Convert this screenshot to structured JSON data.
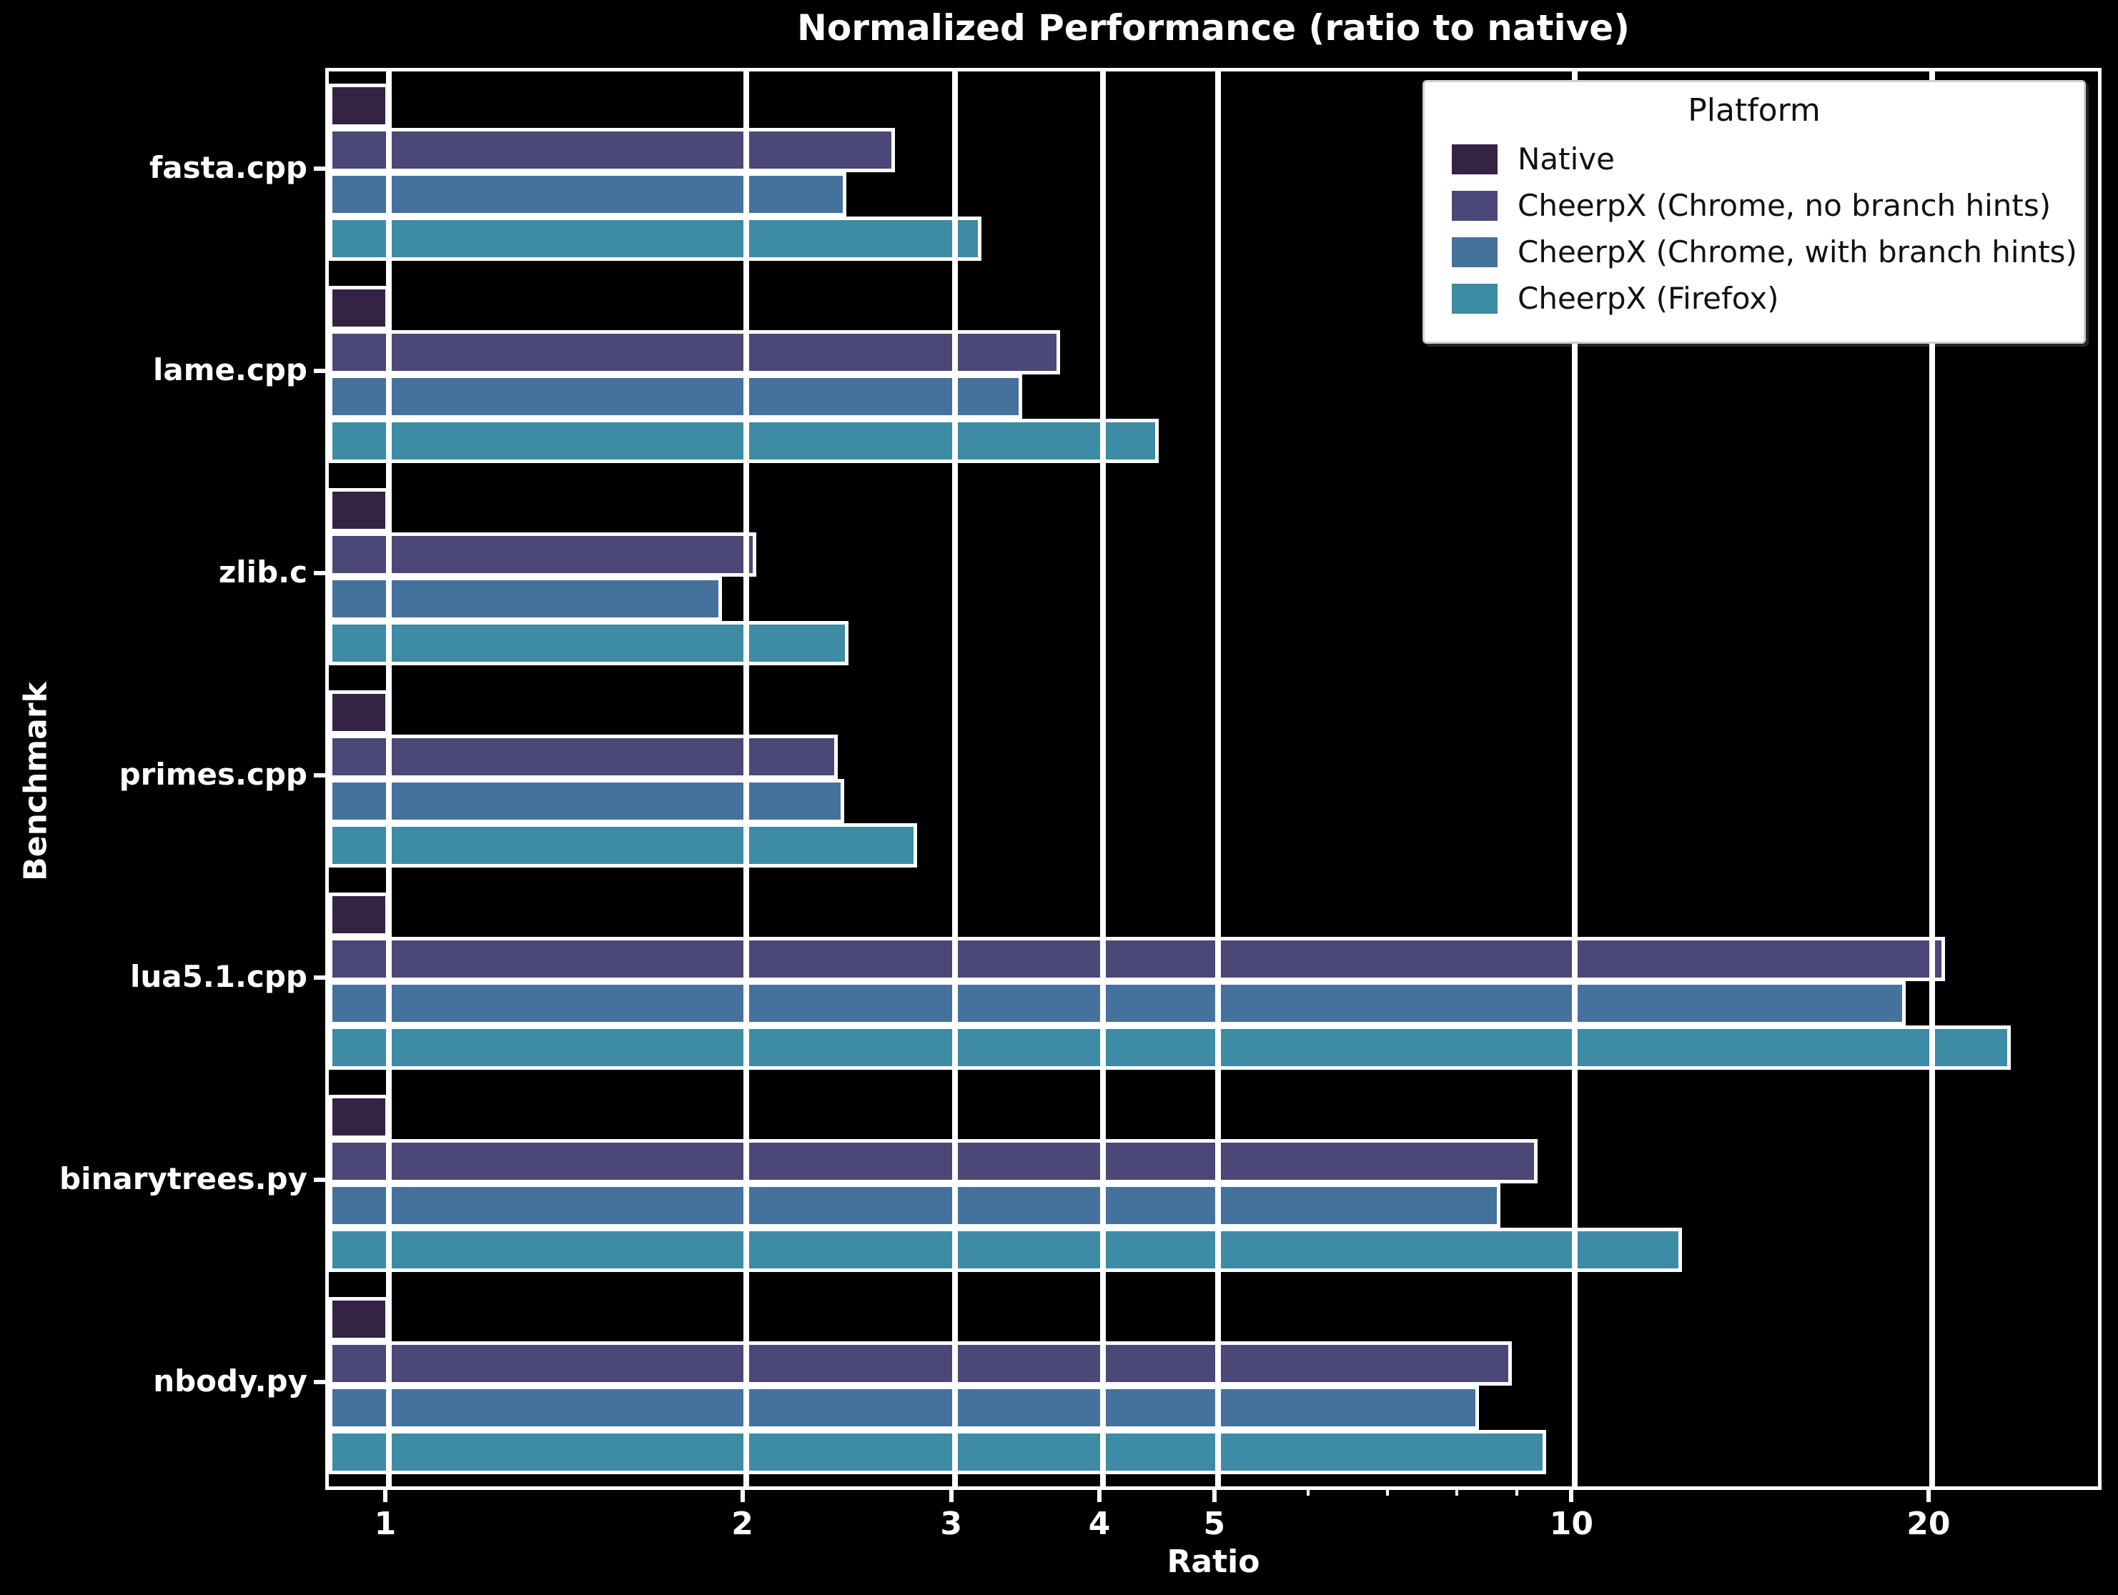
{
  "title": "Normalized Performance (ratio to native)",
  "legend": {
    "title": "Platform",
    "position": "upper right",
    "items": [
      {
        "label": "Native",
        "color": "#342345"
      },
      {
        "label": "CheerpX (Chrome, no branch hints)",
        "color": "#4b4877"
      },
      {
        "label": "CheerpX (Chrome, with branch hints)",
        "color": "#45719d"
      },
      {
        "label": "CheerpX (Firefox)",
        "color": "#3d8ba4"
      }
    ]
  },
  "chart_data": {
    "type": "bar",
    "orientation": "horizontal",
    "title": "Normalized Performance (ratio to native)",
    "xlabel": "Ratio",
    "ylabel": "Benchmark",
    "x_scale": "log",
    "xlim": [
      0.89,
      27.6
    ],
    "x_ticks": [
      1,
      2,
      3,
      4,
      5,
      10,
      20
    ],
    "x_minor_ticks": [
      6,
      7,
      8,
      9
    ],
    "grid": "x",
    "background": "#000000",
    "bar_edge_color": "#ffffff",
    "categories": [
      "fasta.cpp",
      "lame.cpp",
      "zlib.c",
      "primes.cpp",
      "lua5.1.cpp",
      "binarytrees.py",
      "nbody.py"
    ],
    "series": [
      {
        "name": "Native",
        "color": "#342345",
        "values": [
          1.0,
          1.0,
          1.0,
          1.0,
          1.0,
          1.0,
          1.0
        ]
      },
      {
        "name": "CheerpX (Chrome, no branch hints)",
        "color": "#4b4877",
        "values": [
          2.67,
          3.68,
          2.04,
          2.39,
          20.5,
          9.3,
          8.85
        ]
      },
      {
        "name": "CheerpX (Chrome, with branch hints)",
        "color": "#45719d",
        "values": [
          2.43,
          3.42,
          1.91,
          2.42,
          19.0,
          8.65,
          8.3
        ]
      },
      {
        "name": "CheerpX (Firefox)",
        "color": "#3d8ba4",
        "values": [
          3.16,
          4.46,
          2.44,
          2.79,
          23.3,
          12.3,
          9.45
        ]
      }
    ]
  }
}
